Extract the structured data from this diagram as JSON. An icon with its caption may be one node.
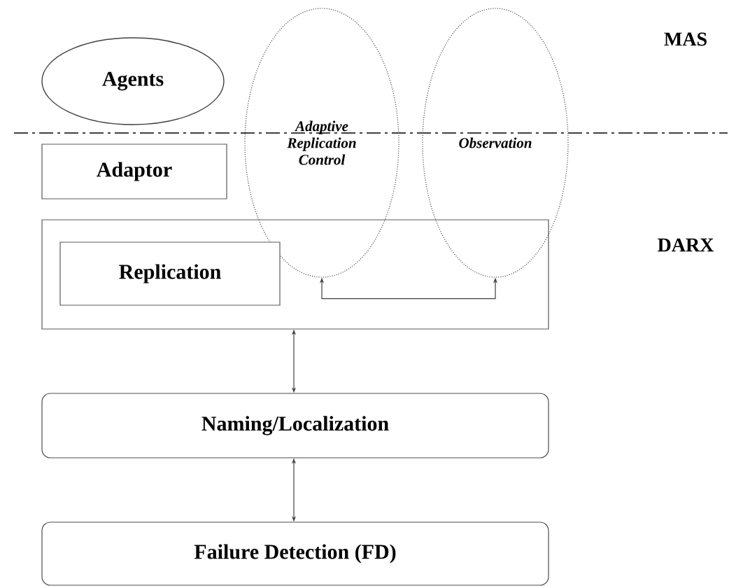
{
  "diagram": {
    "nodes": [
      {
        "text": [
          "Agents"
        ]
      },
      {
        "text": [
          "Adaptive Replication Control"
        ]
      },
      {
        "text": [
          "Observation"
        ]
      },
      {
        "text": [
          "Adaptor"
        ]
      },
      {
        "text": [],
        "shape": "box"
      },
      {
        "text": [
          "Replication"
        ],
        "in": 4
      },
      {
        "text": [
          "Naming/Localization"
        ]
      },
      {
        "text": [
          "Failure Detection (FD)"
        ]
      }
    ],
    "edges": [
      {
        "from": 1,
        "to": 2,
        "arrow": "both"
      },
      {
        "from": 4,
        "to": 6,
        "arrow": "both"
      },
      {
        "from": 6,
        "to": 7,
        "arrow": "both"
      }
    ],
    "labels": [
      "MAS",
      "DARX"
    ]
  }
}
